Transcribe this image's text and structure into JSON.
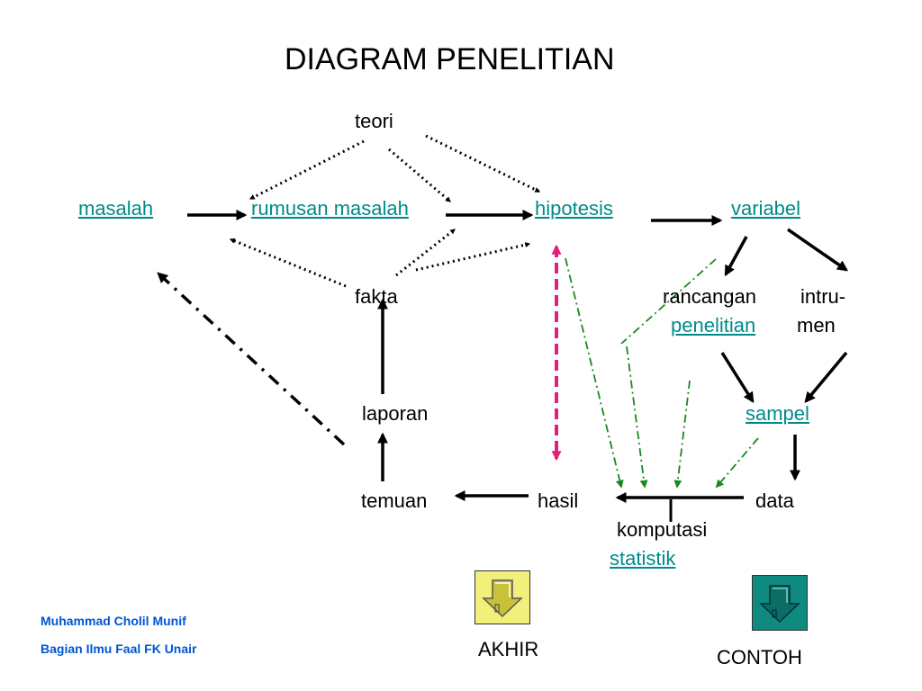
{
  "title": "DIAGRAM PENELITIAN",
  "nodes": {
    "teori": "teori",
    "masalah": "masalah ",
    "rumusan_masalah": "rumusan masalah ",
    "hipotesis": "hipotesis ",
    "variabel": "variabel",
    "fakta": "fakta",
    "rancangan": "rancangan",
    "penelitian": "penelitian",
    "intru": "intru-",
    "men": "men",
    "laporan": "laporan",
    "sampel": "sampel",
    "temuan": "temuan",
    "hasil": "hasil",
    "data": "data",
    "komputasi": "komputasi",
    "statistik": "statistik"
  },
  "nav": {
    "akhir": "AKHIR",
    "contoh": "CONTOH"
  },
  "credits": {
    "author": "Muhammad Cholil Munif",
    "dept": "Bagian Ilmu Faal FK Unair"
  },
  "colors": {
    "link": "#008a8a",
    "credit_text": "#0055d4",
    "dashdot_green": "#1a8a1a",
    "dashed_pink": "#e0207a",
    "akhir_button": "#f2f07a",
    "contoh_button": "#0e8a80"
  }
}
